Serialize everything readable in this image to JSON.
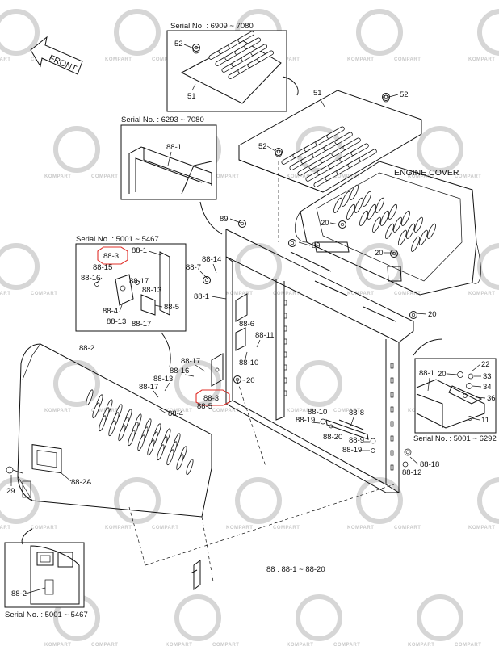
{
  "direction_label": "FRONT",
  "engine_cover_label": "ENGINE COVER",
  "assembly_note": "88 : 88-1 ~ 88-20",
  "watermark_text": "KOMPART",
  "watermark_text_2": "COMPART",
  "highlight_color": "#e0302a",
  "insets": {
    "top": "Serial No. : 6909 ~ 7080",
    "upper_left": "Serial No. : 6293 ~ 7080",
    "middle_left": "Serial No. : 5001 ~ 5467",
    "right": "Serial No. : 5001 ~ 6292",
    "bottom_left": "Serial No. : 5001 ~ 5467"
  },
  "labels": {
    "p52a": "52",
    "p51a": "51",
    "p51b": "51",
    "p52b": "52",
    "p52c": "52",
    "p88_1a": "88-1",
    "p89a": "89",
    "p89b": "89",
    "p20a": "20",
    "p20b": "20",
    "p20c": "20",
    "p20d": "20",
    "p20e": "20",
    "p88_1b": "88-1",
    "p88_3a": "88-3",
    "p88_15": "88-15",
    "p88_16a": "88-16",
    "p88_17a": "88-17",
    "p88_13a": "88-13",
    "p88_4a": "88-4",
    "p88_5a": "88-5",
    "p88_13b": "88-13",
    "p88_17b": "88-17",
    "p88_7": "88-7",
    "p88_14": "88-14",
    "p88_1c": "88-1",
    "p88_6": "88-6",
    "p88_11": "88-11",
    "p88_10a": "88-10",
    "p88_2": "88-2",
    "p88_17c": "88-17",
    "p88_16b": "88-16",
    "p88_13c": "88-13",
    "p88_17d": "88-17",
    "p88_3b": "88-3",
    "p88_5b": "88-5",
    "p88_4b": "88-4",
    "p88_10b": "88-10",
    "p88_19a": "88-19",
    "p88_8": "88-8",
    "p88_20a": "88-20",
    "p88_9": "88-9",
    "p88_19b": "88-19",
    "p88_18": "88-18",
    "p88_12": "88-12",
    "p88_2a": "88-2A",
    "p29": "29",
    "p88_1d": "88-1",
    "p22": "22",
    "p33": "33",
    "p34": "34",
    "p36": "36",
    "p11": "11",
    "p88_2b": "88-2"
  }
}
